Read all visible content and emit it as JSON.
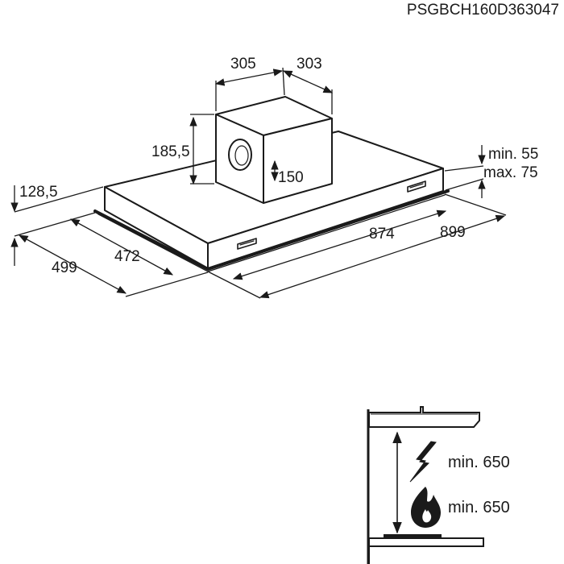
{
  "header": {
    "model_code": "PSGBCH160D363047"
  },
  "dimensions": {
    "chimney_width": "305",
    "chimney_depth": "303",
    "chimney_height": "185,5",
    "duct_diameter": "150",
    "canopy_height": "128,5",
    "depth_outer": "499",
    "depth_inner": "472",
    "width_inner": "874",
    "width_outer": "899",
    "gap_min": "min. 55",
    "gap_max": "max. 75"
  },
  "clearances": {
    "electric_hob_label": "min. 650",
    "gas_hob_label": "min. 650",
    "electric_icon": "lightning-icon",
    "gas_icon": "flame-icon"
  }
}
